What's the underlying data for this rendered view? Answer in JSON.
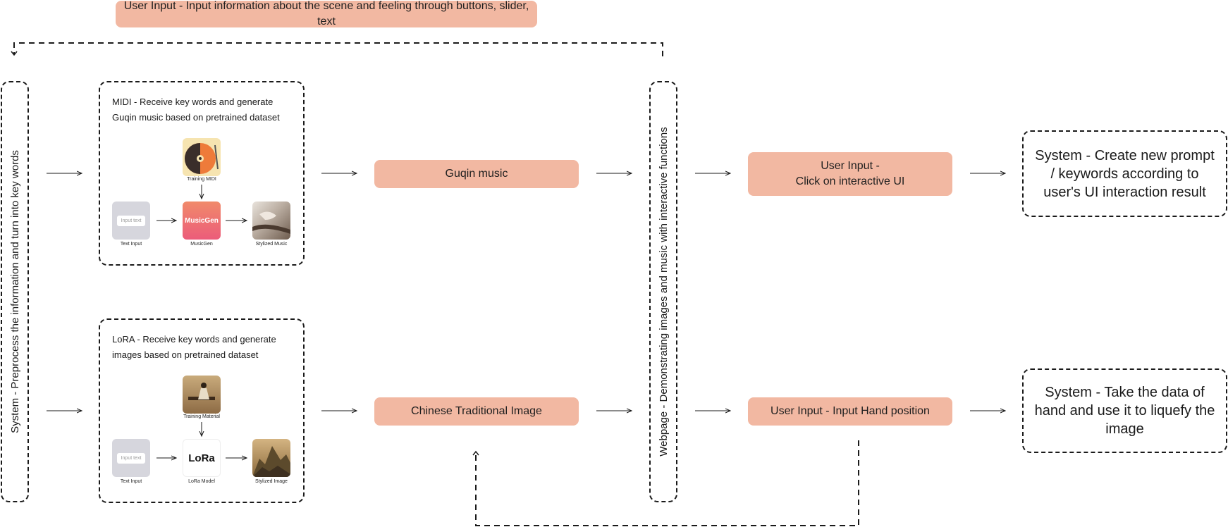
{
  "top_input": "User Input - Input information about the scene and feeling through buttons, slider, text",
  "system_preprocess": "System - Preprocess the information and turn into key words",
  "midi_box": {
    "title_line1": "MIDI - Receive key words and generate",
    "title_line2": "Guqin music based on pretrained dataset",
    "training_caption": "Training MIDI",
    "text_input_placeholder": "Input text",
    "text_input_caption": "Text Input",
    "model_label": "MusicGen",
    "model_caption": "MusicGen",
    "output_caption": "Stylized Music"
  },
  "lora_box": {
    "title_line1": "LoRA - Receive key words and generate",
    "title_line2": "images based on pretrained dataset",
    "training_caption": "Training Material",
    "text_input_placeholder": "Input text",
    "text_input_caption": "Text Input",
    "model_label": "LoRa",
    "model_caption": "LoRa Model",
    "output_caption": "Stylized Image"
  },
  "guqin_music": "Guqin music",
  "chinese_image": "Chinese Traditional Image",
  "webpage": "Webpage - Demonstrating images and music with interactive functions",
  "click_ui_line1": "User Input -",
  "click_ui_line2": "Click on interactive UI",
  "hand_input": "User Input - Input Hand position",
  "system_prompt": "System - Create new prompt / keywords according to user's UI interaction result",
  "system_liquefy": "System - Take the data of hand and use it to liquefy the image",
  "colors": {
    "accent": "#f2b8a2",
    "line": "#1a1a1a",
    "input_tile": "#d6d6dd",
    "vinyl_orange": "#ee7b3a",
    "musicgen_pink": "#ec5c7a"
  }
}
